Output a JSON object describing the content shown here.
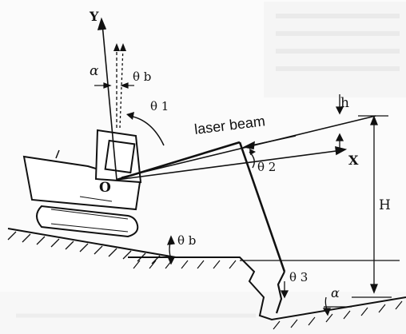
{
  "diagram": {
    "labels": {
      "y_axis": "Y",
      "x_axis": "X",
      "origin": "O",
      "laser_beam": "laser beam",
      "alpha_top": "α",
      "theta_b_top": "θ b",
      "theta_1": "θ 1",
      "theta_2": "θ 2",
      "theta_3": "θ 3",
      "theta_b_ground": "θ b",
      "alpha_bottom": "α",
      "h": "h",
      "H": "H"
    },
    "colors": {
      "ink": "#111111",
      "paper": "#fbfbfb"
    }
  }
}
